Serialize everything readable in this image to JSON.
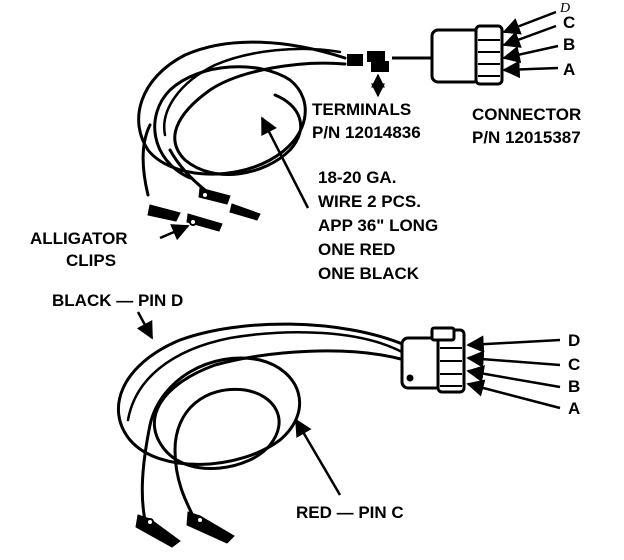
{
  "top_figure": {
    "terminals": {
      "label": "TERMINALS",
      "part_number": "P/N 12014836"
    },
    "connector": {
      "label": "CONNECTOR",
      "part_number": "P/N 12015387"
    },
    "pins": [
      "D",
      "C",
      "B",
      "A"
    ],
    "wire_spec": [
      "18-20 GA.",
      "WIRE 2 PCS.",
      "APP 36\" LONG",
      "ONE RED",
      "ONE BLACK"
    ],
    "clips": [
      "ALLIGATOR",
      "CLIPS"
    ]
  },
  "bottom_figure": {
    "black_label": "BLACK — PIN D",
    "red_label": "RED — PIN C",
    "pins": [
      "D",
      "C",
      "B",
      "A"
    ]
  },
  "colors": {
    "ink": "#000000",
    "paper": "#ffffff"
  }
}
